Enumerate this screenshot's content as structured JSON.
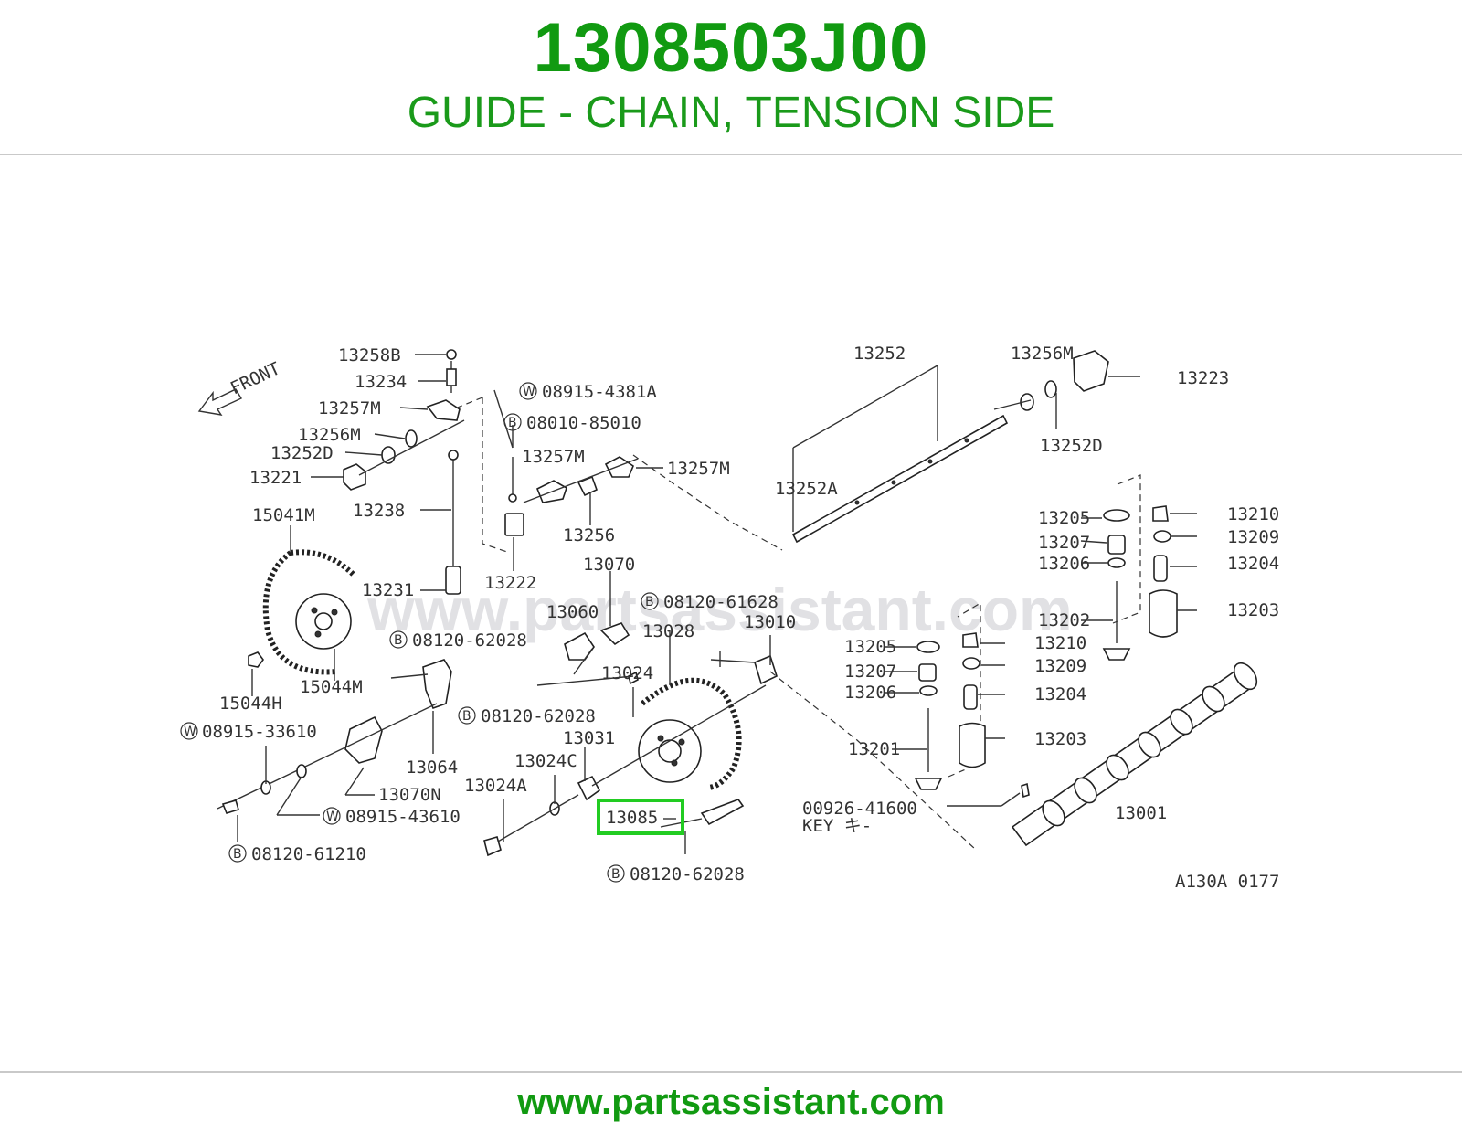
{
  "header": {
    "part_number": "1308503J00",
    "description": "GUIDE - CHAIN, TENSION SIDE"
  },
  "diagram": {
    "front_label": "FRONT",
    "watermark": "www.partsassistant.com",
    "code": "A130A 0177",
    "highlighted_part": "13085",
    "key_label": "KEY  キ-",
    "labels": {
      "p13258B": "13258B",
      "p13234": "13234",
      "p13257M_a": "13257M",
      "p13256M_a": "13256M",
      "p13252D_a": "13252D",
      "p13221": "13221",
      "p13238": "13238",
      "p15041M": "15041M",
      "p13231": "13231",
      "p15044H": "15044H",
      "p15044M": "15044M",
      "w08915_4381A": "08915-4381A",
      "b08010_85010": "08010-85010",
      "p13257M_b": "13257M",
      "p13257M_c": "13257M",
      "p13256": "13256",
      "p13222": "13222",
      "p13070": "13070",
      "b08120_61628": "08120-61628",
      "p13060": "13060",
      "p13028": "13028",
      "p13010": "13010",
      "b08120_62028_a": "08120-62028",
      "p13024": "13024",
      "b08120_62028_b": "08120-62028",
      "p13031": "13031",
      "p13064": "13064",
      "w08915_33610": "08915-33610",
      "p13024C": "13024C",
      "p13024A": "13024A",
      "p13070N": "13070N",
      "w08915_43610": "08915-43610",
      "b08120_61210": "08120-61210",
      "b08120_62028_c": "08120-62028",
      "p13252": "13252",
      "p13256M_b": "13256M",
      "p13223": "13223",
      "p13252D_b": "13252D",
      "p13252A": "13252A",
      "p13205_a": "13205",
      "p13207_a": "13207",
      "p13206_a": "13206",
      "p13202": "13202",
      "p13210_a": "13210",
      "p13209_a": "13209",
      "p13204_a": "13204",
      "p13203_a": "13203",
      "p13205_b": "13205",
      "p13207_b": "13207",
      "p13206_b": "13206",
      "p13201": "13201",
      "p13210_b": "13210",
      "p13209_b": "13209",
      "p13204_b": "13204",
      "p13203_b": "13203",
      "p00926_41600": "00926-41600",
      "p13001": "13001"
    },
    "badges": {
      "w": "W",
      "b": "B"
    },
    "colors": {
      "highlight": "#22cc22",
      "title": "#119a11",
      "watermark": "#d8d8dc"
    }
  },
  "footer": {
    "url": "www.partsassistant.com"
  }
}
